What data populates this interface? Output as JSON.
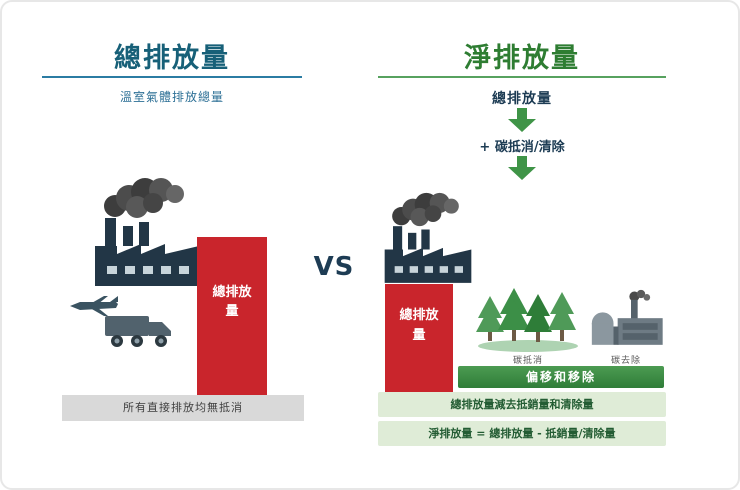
{
  "left_panel": {
    "title": "總排放量",
    "subtitle": "溫室氣體排放總量",
    "bar_label": "總排放量",
    "footer": "所有直接排放均無抵消"
  },
  "vs_label": "VS",
  "right_panel": {
    "title": "淨排放量",
    "flow": {
      "step1": "總排放量",
      "step2": "+ 碳抵消/清除"
    },
    "bar_label": "總排放量",
    "offset_label": "碳抵消",
    "removal_label": "碳去除",
    "offset_bar_label": "偏移和移除",
    "note1": "總排放量減去抵銷量和清除量",
    "note2": "淨排放量 = 總排放量 - 抵銷量/清除量"
  },
  "icons": {
    "left": [
      "factory-icon",
      "smoke-icon",
      "airplane-icon",
      "truck-icon"
    ],
    "right": [
      "factory-icon",
      "smoke-icon",
      "trees-icon",
      "carbon-removal-plant-icon",
      "down-arrow-icon"
    ]
  },
  "colors": {
    "title_blue": "#176078",
    "title_green": "#2e7d32",
    "red_bar": "#c9252c",
    "green_bar": "#3f8f45",
    "light_green_strip": "#dfecd7",
    "gray_strip": "#d9d9d9",
    "navy_text": "#1d3c54",
    "arrow_green": "#3f9447"
  }
}
